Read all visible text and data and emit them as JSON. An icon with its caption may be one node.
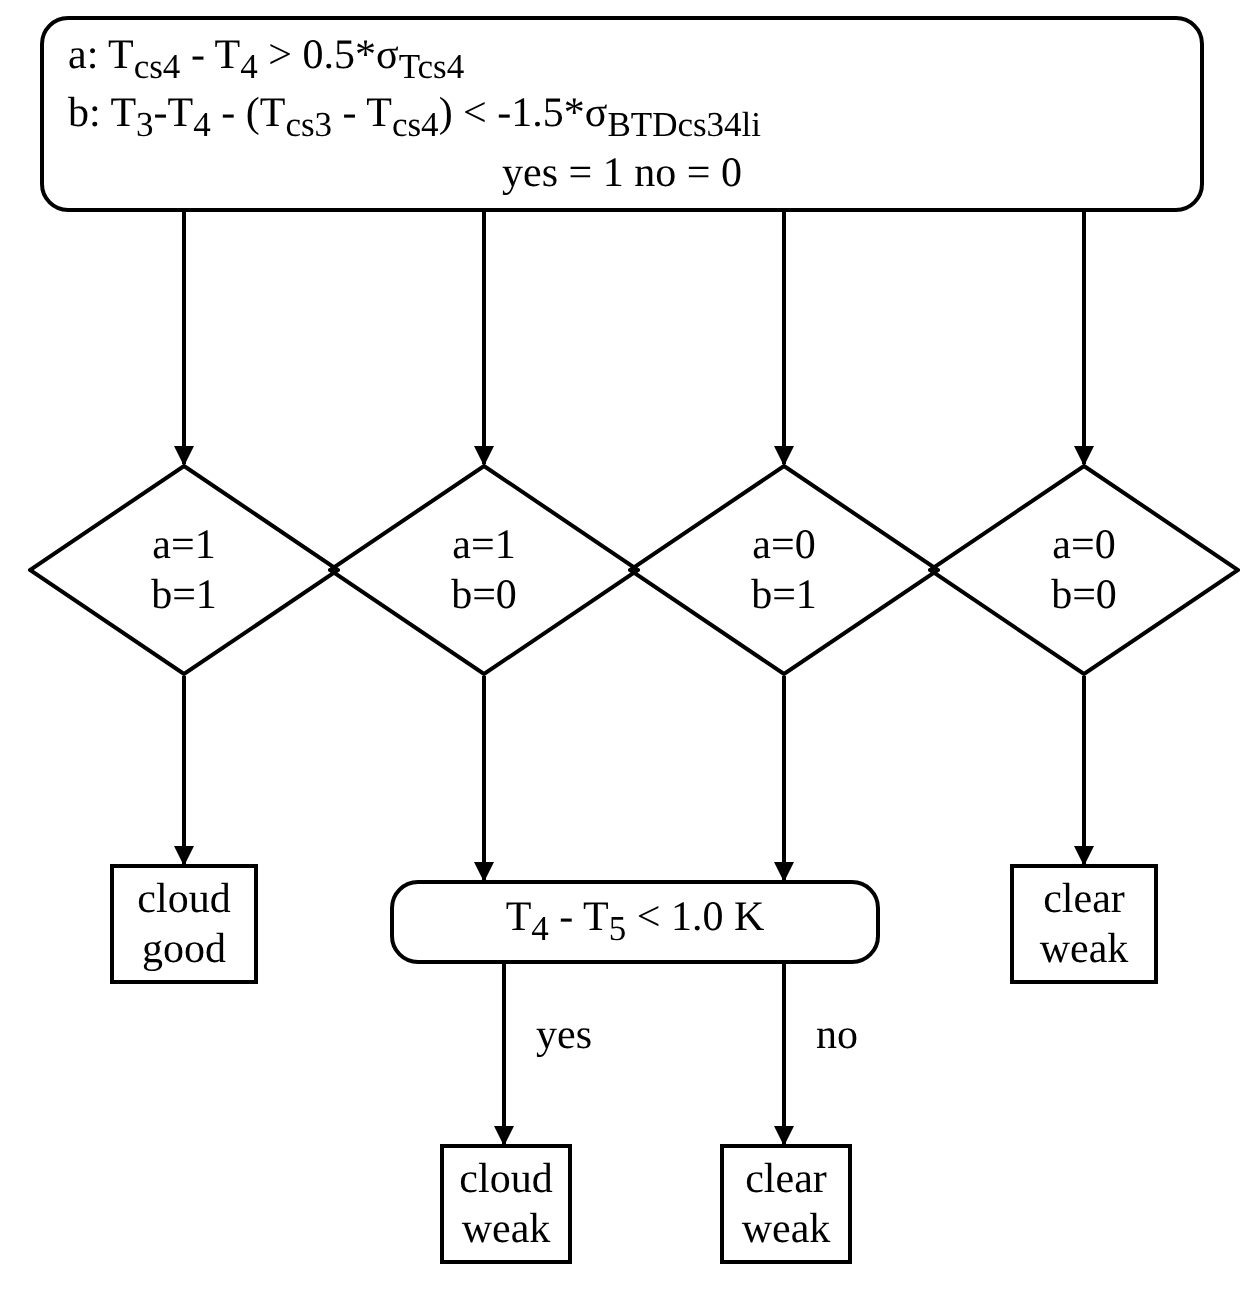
{
  "diagram": {
    "nodes": [
      {
        "text": [
          "a: T$_{cs4}$ - T$_{4}$ > 0.5*σ$_{Tcs4}$",
          "b: T$_{3}$-T$_{4}$ - (T$_{cs3}$ - T$_{cs4}$) < -1.5*σ$_{BTDcs34li}$",
          "yes = 1 no = 0"
        ]
      },
      {
        "text": [
          "a=1 b=1"
        ]
      },
      {
        "text": [
          "a=1 b=0"
        ]
      },
      {
        "text": [
          "a=0 b=1"
        ]
      },
      {
        "text": [
          "a=0 b=0"
        ]
      },
      {
        "text": [
          "cloud good"
        ]
      },
      {
        "text": [
          "T$_{4}$ - T$_{5}$ < 1.0 K"
        ]
      },
      {
        "text": [
          "clear weak"
        ]
      },
      {
        "text": [
          "cloud weak"
        ]
      },
      {
        "text": [
          "clear weak"
        ]
      }
    ],
    "edges": [
      {
        "from": 0,
        "to": 1,
        "arrow": "to"
      },
      {
        "from": 0,
        "to": 2,
        "arrow": "to"
      },
      {
        "from": 0,
        "to": 3,
        "arrow": "to"
      },
      {
        "from": 0,
        "to": 4,
        "arrow": "to"
      },
      {
        "from": 1,
        "to": 5,
        "arrow": "to"
      },
      {
        "from": 2,
        "to": 6,
        "arrow": "to"
      },
      {
        "from": 3,
        "to": 6,
        "arrow": "to"
      },
      {
        "from": 4,
        "to": 7,
        "arrow": "to"
      },
      {
        "from": 6,
        "to": 8,
        "label": "yes",
        "arrow": "to"
      },
      {
        "from": 6,
        "to": 9,
        "label": "no",
        "arrow": "to"
      }
    ]
  }
}
